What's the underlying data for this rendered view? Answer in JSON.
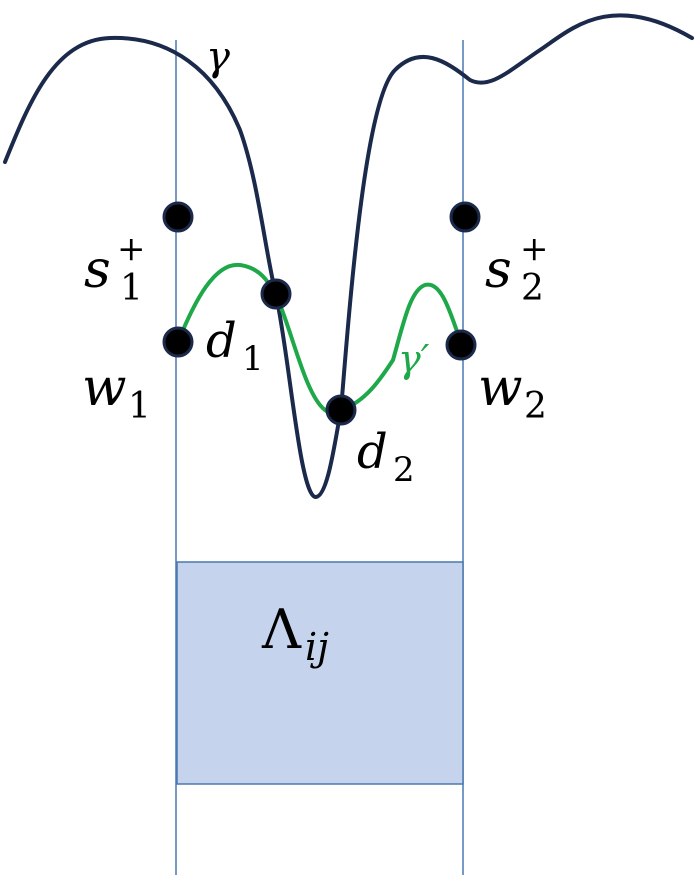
{
  "labels": {
    "gamma": "γ",
    "gamma_prime": "γ′",
    "s1_base": "s",
    "s1_sub": "1",
    "s1_sup": "+",
    "s2_base": "s",
    "s2_sub": "2",
    "s2_sup": "+",
    "w1_base": "w",
    "w1_sub": "1",
    "w2_base": "w",
    "w2_sub": "2",
    "d1_base": "d",
    "d1_sub": "1",
    "d2_base": "d",
    "d2_sub": "2",
    "box_base": "Λ",
    "box_sub": "ij"
  },
  "colors": {
    "gamma_curve": "#1b2a4a",
    "gamma_prime_curve": "#1fa84a",
    "vertical_lines": "#4a78b0",
    "box_fill": "#c5d3ec",
    "box_stroke": "#4a78b0",
    "points": "#000000",
    "point_outline": "#1b2a4a"
  }
}
